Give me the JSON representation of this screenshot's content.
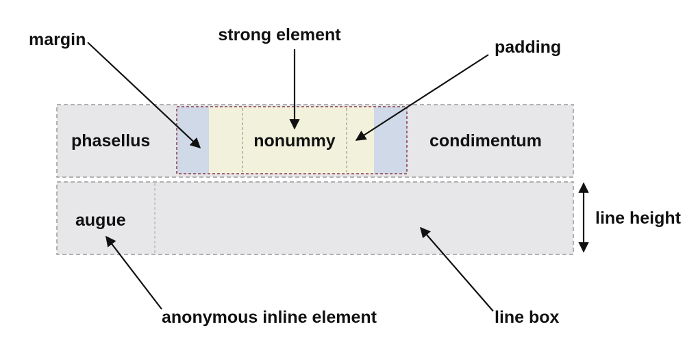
{
  "diagram": {
    "words": {
      "phasellus": "phasellus",
      "nonummy": "nonummy",
      "condimentum": "condimentum",
      "augue": "augue"
    },
    "callouts": {
      "margin": "margin",
      "strong_element": "strong element",
      "padding": "padding",
      "line_height": "line height",
      "anonymous_inline_element": "anonymous inline element",
      "line_box": "line box"
    },
    "colors": {
      "line_box_fill": "#e7e7ea",
      "margin_fill": "#d0d9e8",
      "padding_fill": "#f2f2dc",
      "line_box_stroke": "#9a9a9a",
      "strong_border": "#8a3b4a",
      "arrow": "#111111"
    }
  }
}
